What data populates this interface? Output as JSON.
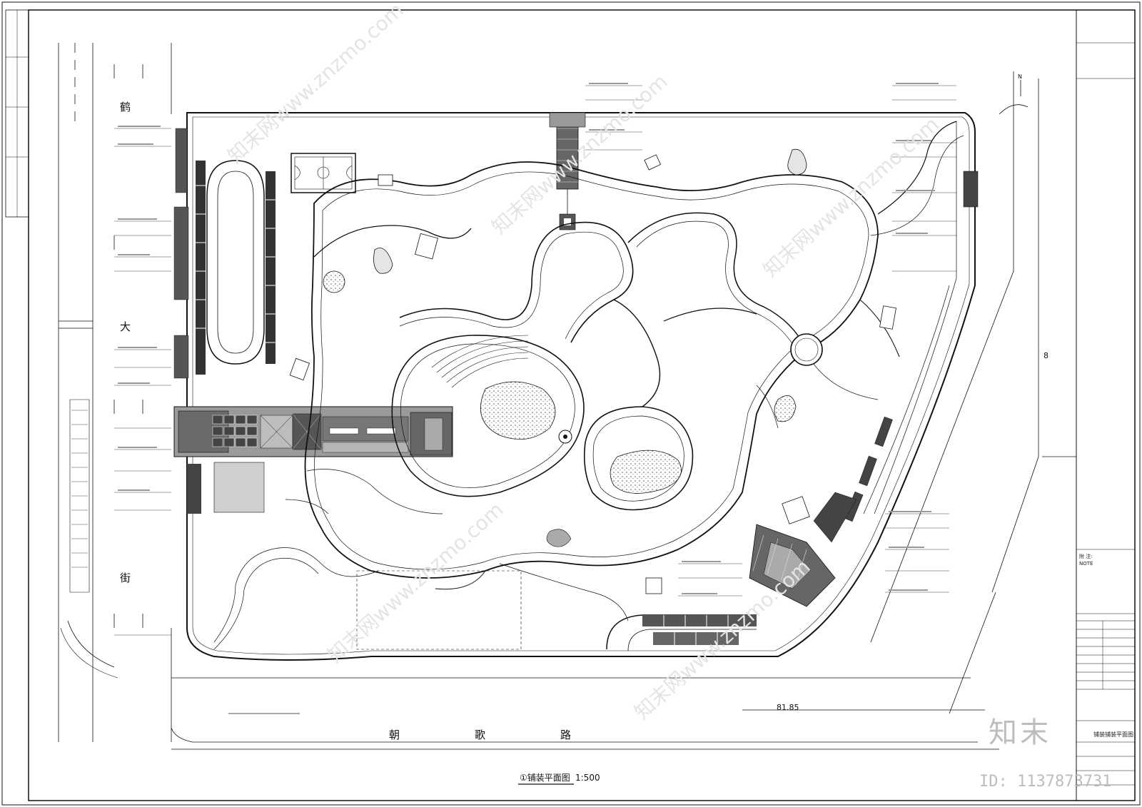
{
  "streets": {
    "west": [
      "鹤",
      "大",
      "街"
    ],
    "south": [
      "朝",
      "歌",
      "路"
    ]
  },
  "elevations": {
    "south": "81.85",
    "east": "8"
  },
  "caption": {
    "title": "①铺装平面图",
    "scale": "1:500"
  },
  "north_label": "N",
  "title_block": {
    "sheet_name": "铺装铺装平面图",
    "notes_label": "附 注:",
    "notes_sub": "NOTE"
  },
  "watermark": {
    "logo": "知末",
    "id": "ID: 1137873731",
    "diagonal": "知末网www.znzmo.com"
  },
  "colors": {
    "line": "#111111",
    "paving_dark": "#444444",
    "paving_mid": "#9a9a9a",
    "watermark": "#bdbdbd"
  }
}
